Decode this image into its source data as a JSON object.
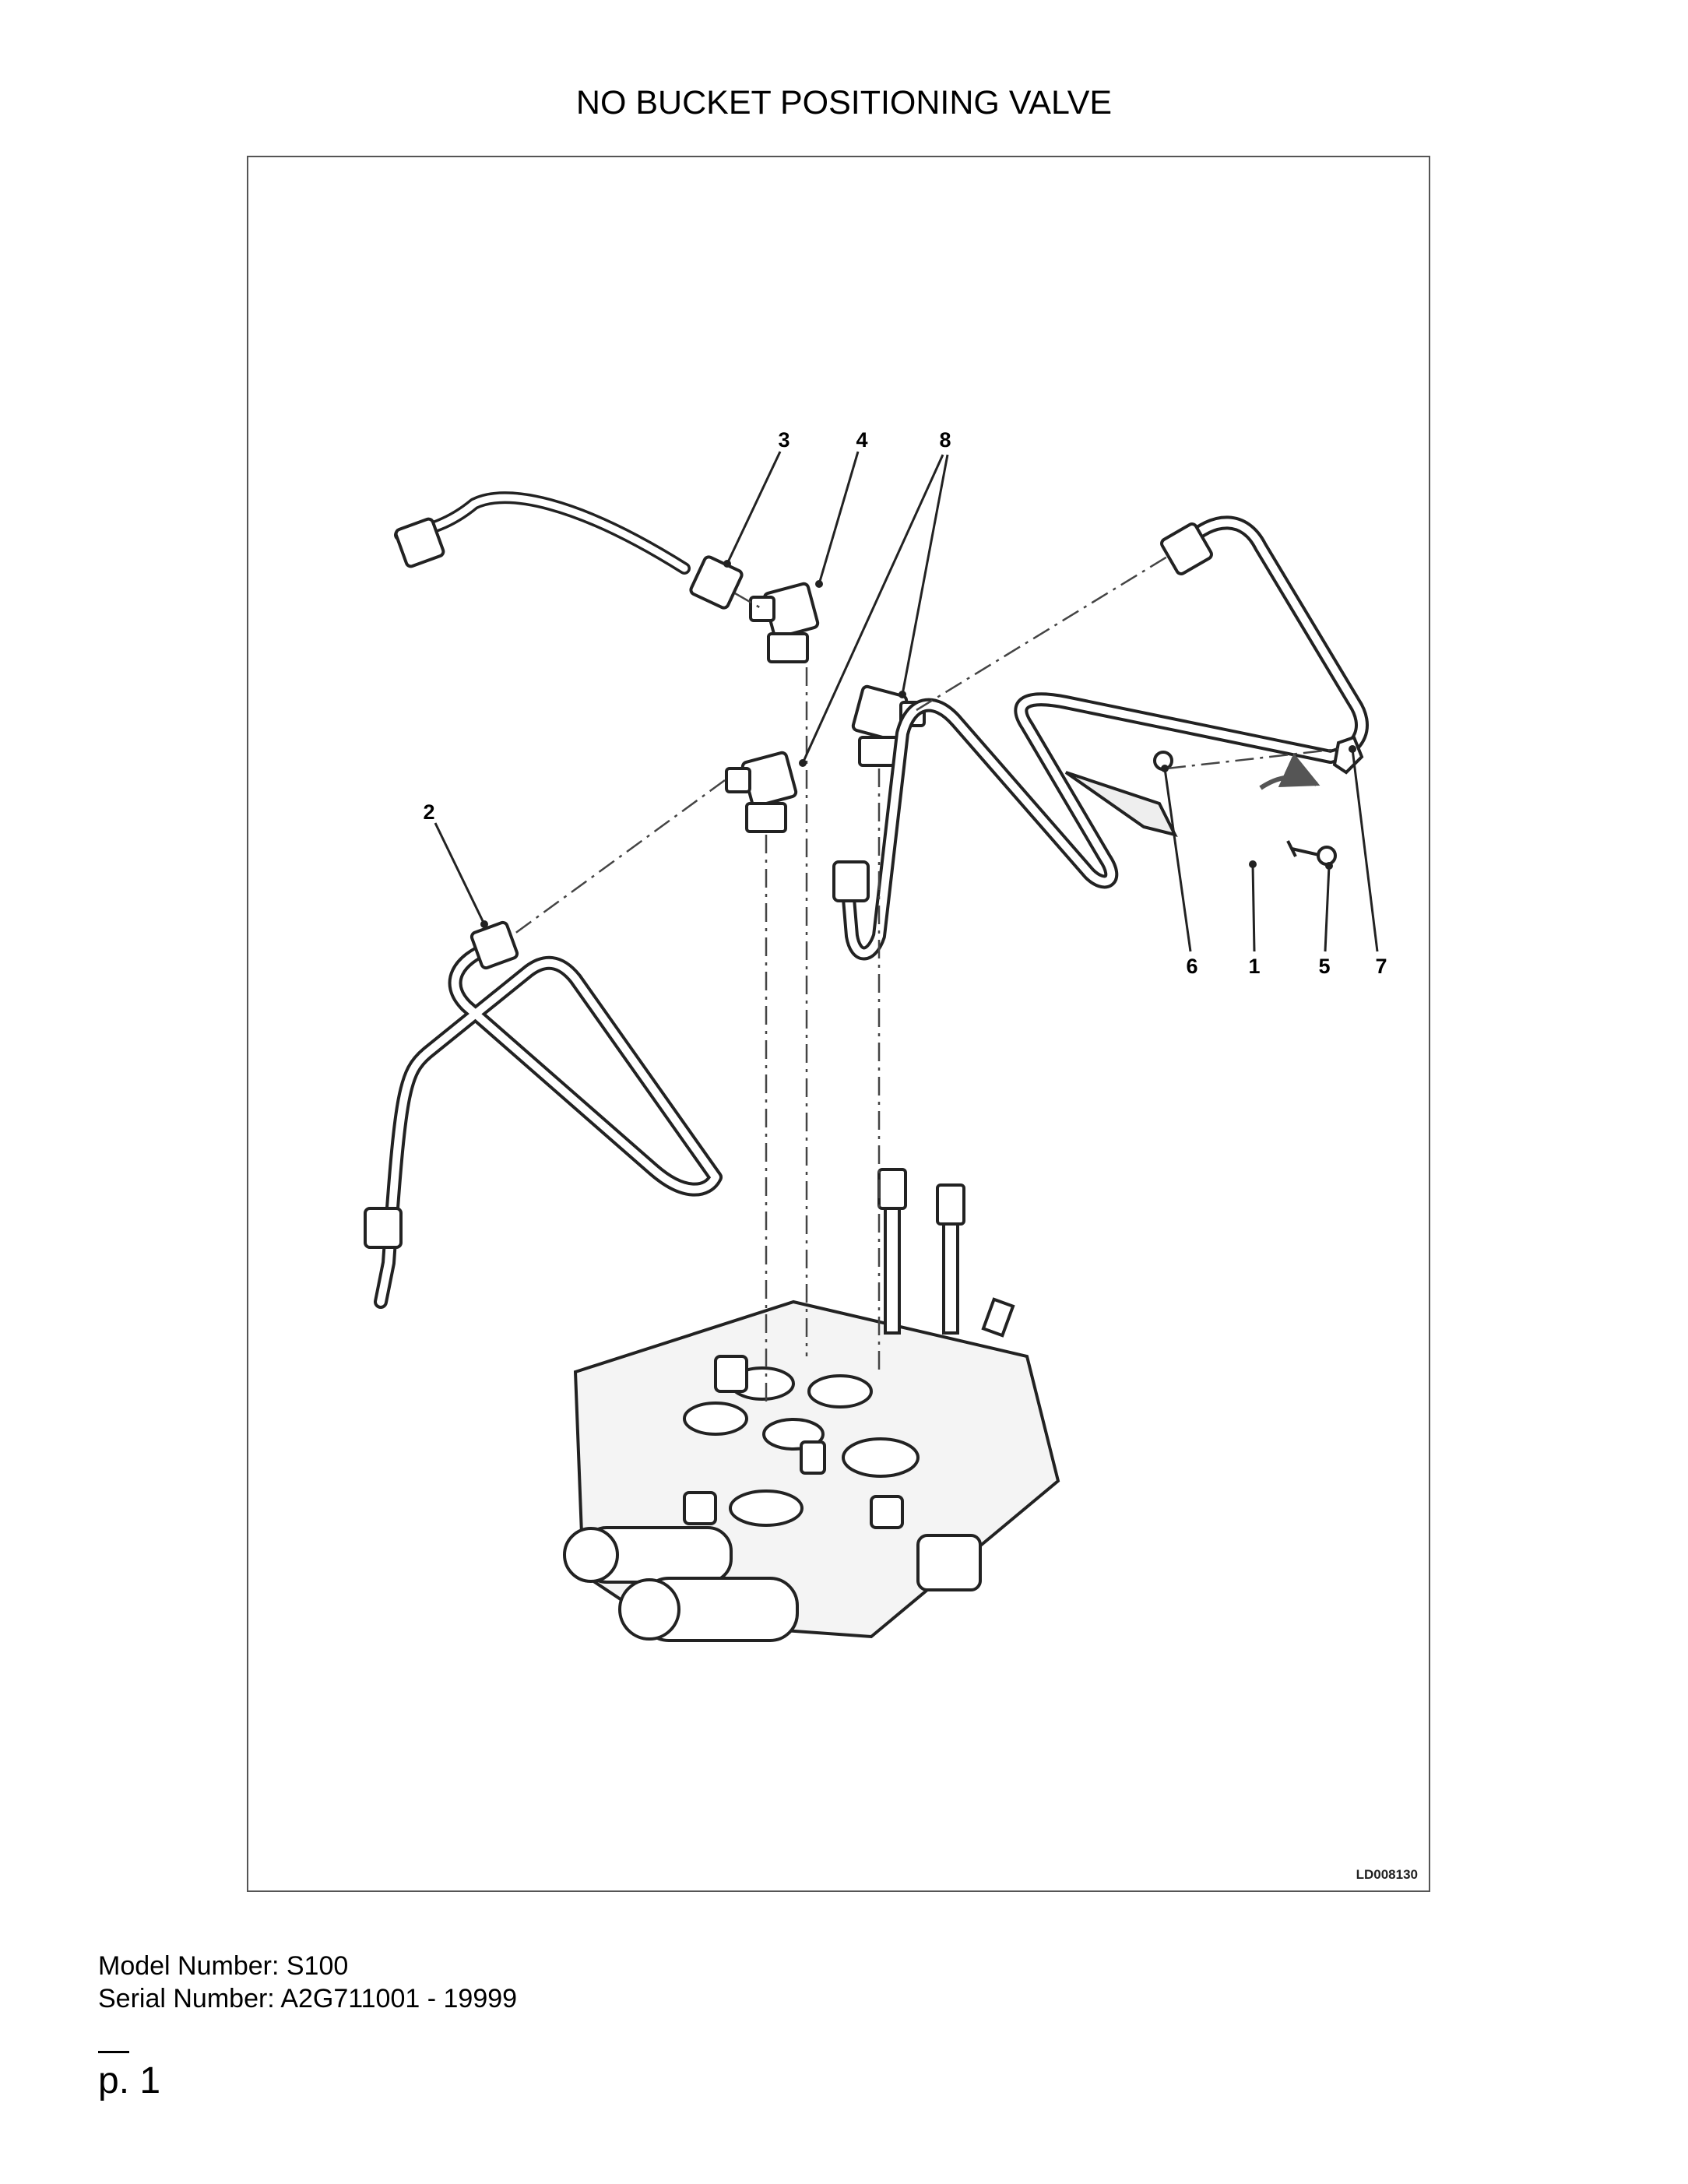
{
  "page": {
    "title": "NO BUCKET POSITIONING VALVE",
    "model_line": "Model Number: S100",
    "serial_line": "Serial Number: A2G711001 - 19999",
    "page_number": "p. 1"
  },
  "diagram": {
    "reference_code": "LD008130",
    "callouts": [
      "1",
      "2",
      "3",
      "4",
      "5",
      "6",
      "7",
      "8"
    ]
  }
}
